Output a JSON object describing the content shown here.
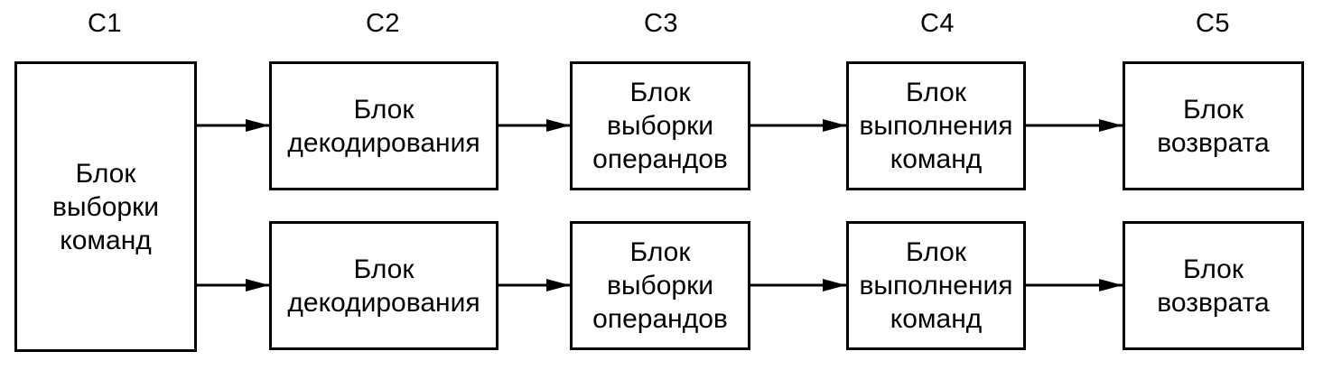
{
  "stages": [
    "C1",
    "C2",
    "C3",
    "C4",
    "C5"
  ],
  "fetch_block": {
    "lines": [
      "Блок",
      "выборки",
      "команд"
    ]
  },
  "pipelines": [
    {
      "decode": [
        "Блок",
        "декодирования"
      ],
      "operand_fetch": [
        "Блок",
        "выборки",
        "операндов"
      ],
      "execute": [
        "Блок",
        "выполнения",
        "команд"
      ],
      "writeback": [
        "Блок",
        "возврата"
      ]
    },
    {
      "decode": [
        "Блок",
        "декодирования"
      ],
      "operand_fetch": [
        "Блок",
        "выборки",
        "операндов"
      ],
      "execute": [
        "Блок",
        "выполнения",
        "команд"
      ],
      "writeback": [
        "Блок",
        "возврата"
      ]
    }
  ]
}
